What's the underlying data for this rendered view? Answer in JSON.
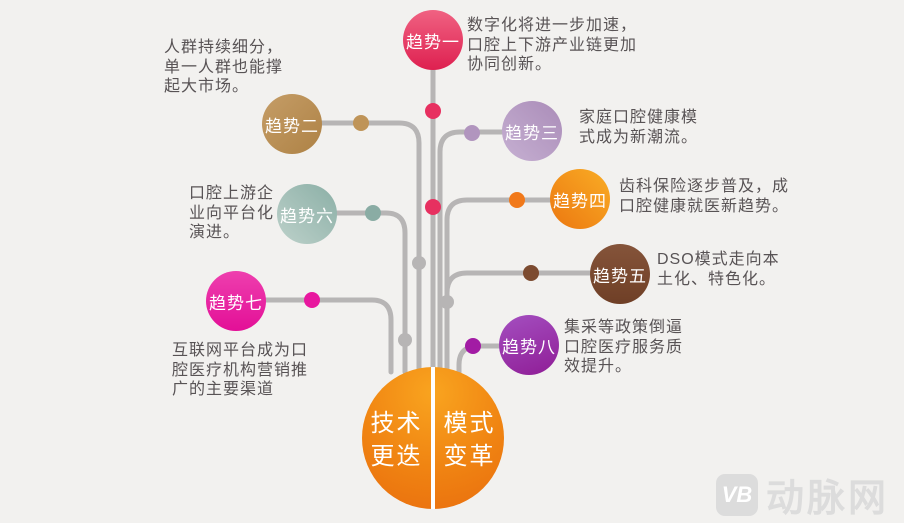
{
  "background": "#f2f1ef",
  "diagram": {
    "line_color": "#b7b5b5",
    "gray_dot_color": "#b7b5b5",
    "trends": [
      {
        "label": "趋势一",
        "text": "数字化将进一步加速，\n口腔上下游产业链更加\n协同创新。",
        "gradient": "linear-gradient(180deg,#f06282,#de2050)",
        "dot_color": "#e73060"
      },
      {
        "label": "趋势二",
        "text": "人群持续细分，\n单一人群也能撑\n起大市场。",
        "gradient": "linear-gradient(135deg,#c59d67,#ae8245)",
        "dot_color": "#bf9458"
      },
      {
        "label": "趋势三",
        "text": "家庭口腔健康模\n式成为新潮流。",
        "gradient": "linear-gradient(225deg,#aa8cb8,#c6b0d2)",
        "dot_color": "#b195be"
      },
      {
        "label": "趋势四",
        "text": "齿科保险逐步普及，成\n口腔健康就医新趋势。",
        "gradient": "linear-gradient(225deg,#f9ad25,#ec7710)",
        "dot_color": "#f1791a"
      },
      {
        "label": "趋势五",
        "text": "DSO模式走向本\n土化、特色化。",
        "gradient": "linear-gradient(180deg,#85543a,#6f3f26)",
        "dot_color": "#7c4b30"
      },
      {
        "label": "趋势六",
        "text": "口腔上游企\n业向平台化\n演进。",
        "gradient": "linear-gradient(225deg,#8bafa6,#bdd1ca)",
        "dot_color": "#8aaca4"
      },
      {
        "label": "趋势七",
        "text": "互联网平台成为口\n腔医疗机构营销推\n广的主要渠道",
        "gradient": "linear-gradient(180deg,#ee3fae,#e30f97)",
        "dot_color": "#e8189f"
      },
      {
        "label": "趋势八",
        "text": "集采等政策倒逼\n口腔医疗服务质\n效提升。",
        "gradient": "linear-gradient(160deg,#a44fc0,#8f1d96)",
        "dot_color": "#a21ca4"
      }
    ],
    "trend1_accent_dot_color": "#e73060",
    "center": {
      "left_label": "技术\n更迭",
      "right_label": "模式\n变革",
      "gradient": "radial-gradient(circle at 50% 18%, #f9a41f 0%, #f08412 55%, #e96d0e 100%)"
    }
  },
  "watermark": {
    "logo_text": "VB",
    "brand_text": "动脉网",
    "color": "#dcdcdc"
  }
}
